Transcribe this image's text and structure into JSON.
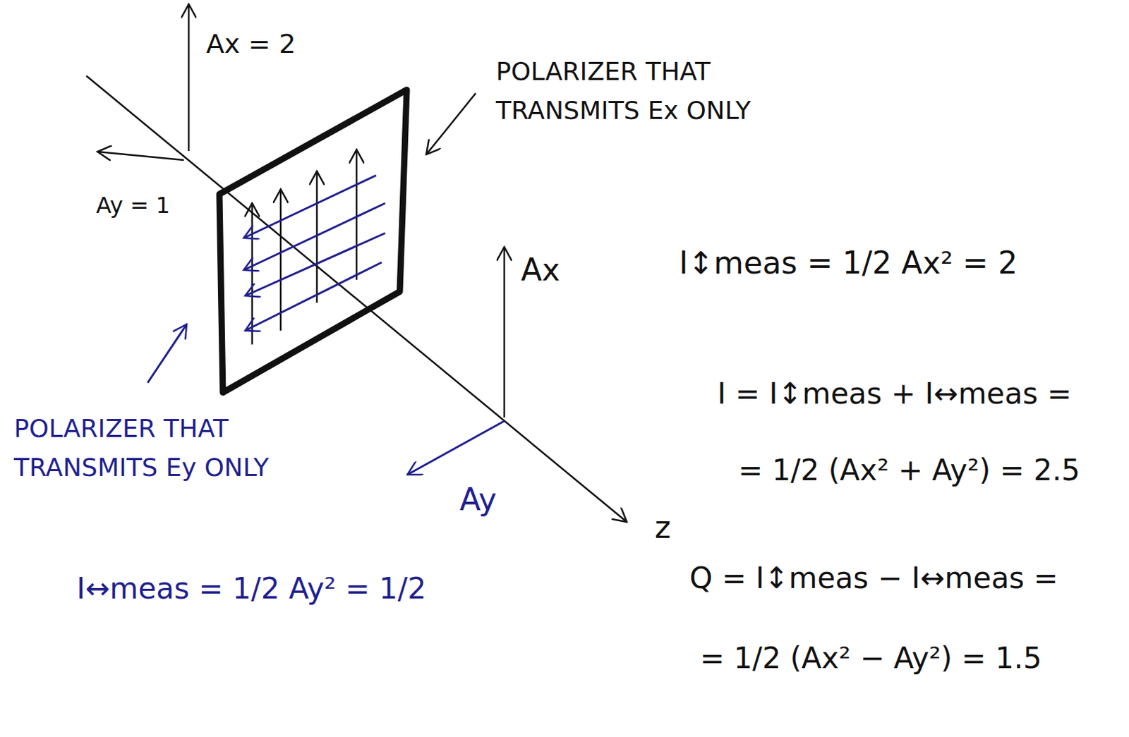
{
  "diagram": {
    "labels": [
      "Ax = 2",
      "Ay = 1",
      "POLARIZER THAT TRANSMITS Ex ONLY",
      "Ax",
      "I↕meas = 1/2 Ax² = 2",
      "POLARIZER THAT TRANSMITS Ey ONLY",
      "Ay",
      "z",
      "I = I↕meas + I↔meas =",
      "= 1/2 (Ax² + Ay²) = 2.5",
      "I↔meas = 1/2 Ay² = 1/2",
      "Q = I↕meas − I↔meas =",
      "= 1/2 (Ax² − Ay²) = 1.5"
    ]
  }
}
